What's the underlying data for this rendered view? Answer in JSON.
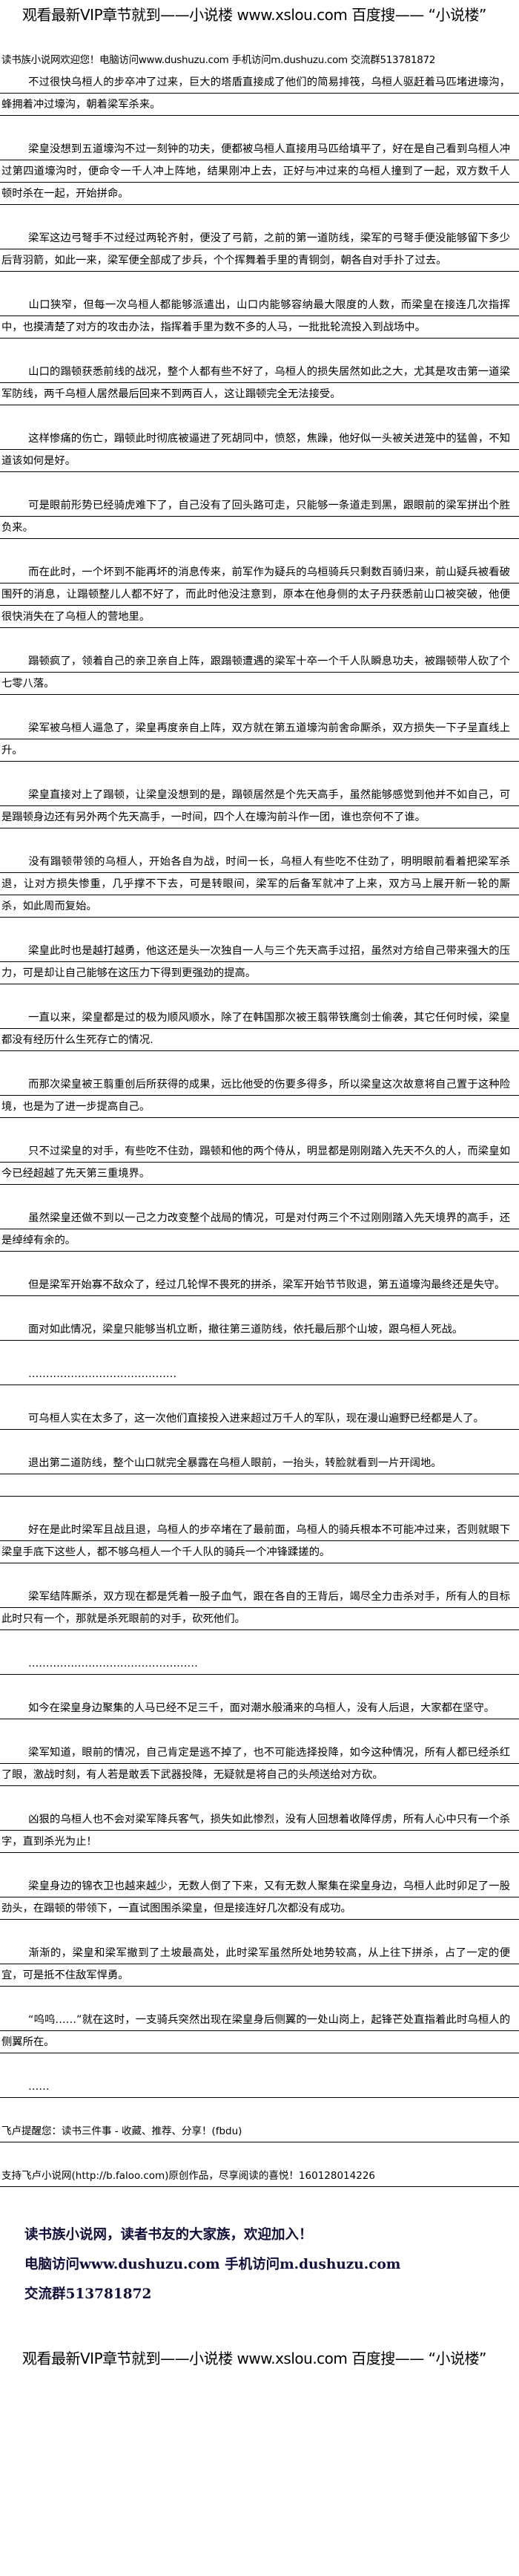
{
  "header_banner": "观看最新VIP章节就到——小说楼 www.xslou.com 百度搜—— “小说楼”",
  "greeting": "读书族小说网欢迎您！电脑访问www.dushuzu.com 手机访问m.dushuzu.com 交流群513781872",
  "paragraphs": [
    "不过很快乌桓人的步卒冲了过来，巨大的塔盾直接成了他们的简易排筏，乌桓人驱赶着马匹堵进壕沟，蜂拥着冲过壕沟，朝着梁军杀来。",
    "梁皇没想到五道壕沟不过一刻钟的功夫，便都被乌桓人直接用马匹给填平了，好在是自己看到乌桓人冲过第四道壕沟时，便命令一千人冲上阵地，结果刚冲上去，正好与冲过来的乌桓人撞到了一起，双方数千人顿时杀在一起，开始拼命。",
    "梁军这边弓弩手不过经过两轮齐射，便没了弓箭，之前的第一道防线，梁军的弓弩手便没能够留下多少后背羽箭，如此一来，梁军便全部成了步兵，个个挥舞着手里的青铜剑，朝各自对手扑了过去。",
    "山口狭窄，但每一次乌桓人都能够派遣出，山口内能够容纳最大限度的人数，而梁皇在接连几次指挥中，也摸清楚了对方的攻击办法，指挥着手里为数不多的人马，一批批轮流投入到战场中。",
    "山口的蹋顿获悉前线的战况，整个人都有些不好了，乌桓人的损失居然如此之大，尤其是攻击第一道梁军防线，两千乌桓人居然最后回来不到两百人，这让蹋顿完全无法接受。",
    "这样惨痛的伤亡，蹋顿此时彻底被逼进了死胡同中，愤怒，焦躁，他好似一头被关进笼中的猛兽，不知道该如何是好。",
    "可是眼前形势已经骑虎难下了，自己没有了回头路可走，只能够一条道走到黑，跟眼前的梁军拼出个胜负来。",
    "而在此时，一个坏到不能再坏的消息传来，前军作为疑兵的乌桓骑兵只剩数百骑归来，前山疑兵被看破围歼的消息，让蹋顿整儿人都不好了，而此时他没注意到，原本在他身侧的太子丹获悉前山口被突破，他便很快消失在了乌桓人的营地里。",
    "蹋顿疯了，领着自己的亲卫亲自上阵，跟蹋顿遭遇的梁军十卒一个千人队瞬息功夫，被蹋顿带人砍了个七零八落。",
    "梁军被乌桓人逼急了，梁皇再度亲自上阵，双方就在第五道壕沟前舍命厮杀，双方损失一下子呈直线上升。",
    "梁皇直接对上了蹋顿，让梁皇没想到的是，蹋顿居然是个先天高手，虽然能够感觉到他并不如自己，可是蹋顿身边还有另外两个先天高手，一时间，四个人在壕沟前斗作一团，谁也奈何不了谁。",
    "没有蹋顿带领的乌桓人，开始各自为战，时间一长，乌桓人有些吃不住劲了，明明眼前看着把梁军杀退，让对方损失惨重，几乎撑不下去，可是转眼间，梁军的后备军就冲了上来，双方马上展开新一轮的厮杀，如此周而复始。",
    "梁皇此时也是越打越勇，他这还是头一次独自一人与三个先天高手过招，虽然对方给自己带来强大的压力，可是却让自己能够在这压力下得到更强劲的提高。",
    "一直以来，梁皇都是过的极为顺风顺水，除了在韩国那次被王翦带铁鹰剑士偷袭，其它任何时候，梁皇都没有经历什么生死存亡的情况.",
    "而那次梁皇被王翦重创后所获得的成果，远比他受的伤要多得多，所以梁皇这次故意将自己置于这种险境，也是为了进一步提高自己。",
    "只不过梁皇的对手，有些吃不住劲，蹋顿和他的两个侍从，明显都是刚刚踏入先天不久的人，而梁皇如今已经超越了先天第三重境界。",
    "虽然梁皇还做不到以一己之力改变整个战局的情况，可是对付两三个不过刚刚踏入先天境界的高手，还是绰绰有余的。",
    "但是梁军开始寡不敌众了，经过几轮悍不畏死的拼杀，梁军开始节节败退，第五道壕沟最终还是失守。",
    "面对如此情况，梁皇只能够当机立断，撤往第三道防线，依托最后那个山坡，跟乌桓人死战。",
    "……………………………………",
    "可乌桓人实在太多了，这一次他们直接投入进来超过万千人的军队，现在漫山遍野已经都是人了。",
    "退出第二道防线，整个山口就完全暴露在乌桓人眼前，一抬头，转脸就看到一片开阔地。",
    "好在是此时梁军且战且退，乌桓人的步卒堵在了最前面，乌桓人的骑兵根本不可能冲过来，否则就眼下梁皇手底下这些人，都不够乌桓人一个千人队的骑兵一个冲锋蹂搓的。",
    "梁军结阵厮杀，双方现在都是凭着一股子血气，跟在各自的王背后，竭尽全力击杀对手，所有人的目标此时只有一个，那就是杀死眼前的对手，砍死他们。",
    "…………………………………………",
    "如今在梁皇身边聚集的人马已经不足三千，面对潮水般涌来的乌桓人，没有人后退，大家都在坚守。",
    "梁军知道，眼前的情况，自己肯定是逃不掉了，也不可能选择投降，如今这种情况，所有人都已经杀红了眼，激战时刻，有人若是敢丢下武器投降，无疑就是将自己的头颅送给对方砍。",
    "凶狠的乌桓人也不会对梁军降兵客气，损失如此惨烈，没有人回想着收降俘虏，所有人心中只有一个杀字，直到杀光为止！",
    "梁皇身边的锦衣卫也越来越少，无数人倒了下来，又有无数人聚集在梁皇身边，乌桓人此时卯足了一股劲头，在蹋顿的带领下，一直试图围杀梁皇，但是接连好几次都没有成功。",
    "渐渐的，梁皇和梁军撤到了土坡最高处，此时梁军虽然所处地势较高，从上往下拼杀，占了一定的便宜，可是抵不住敌军悍勇。",
    "“呜呜……”就在这时，一支骑兵突然出现在梁皇身后侧翼的一处山岗上，起锋芒处直指着此时乌桓人的侧翼所在。",
    "……"
  ],
  "reminder": "飞卢提醒您：读书三件事 - 收藏、推荐、分享！(fbdu)",
  "support_note": "支持飞卢小说网(http://b.faloo.com)原创作品，尽享阅读的喜悦！160128014226",
  "promo": {
    "line1": "读书族小说网，读者书友的大家族，欢迎加入！",
    "line2": "电脑访问www.dushuzu.com 手机访问m.dushuzu.com",
    "line3": "交流群513781872"
  },
  "footer_banner": "观看最新VIP章节就到——小说楼 www.xslou.com 百度搜—— “小说楼”"
}
